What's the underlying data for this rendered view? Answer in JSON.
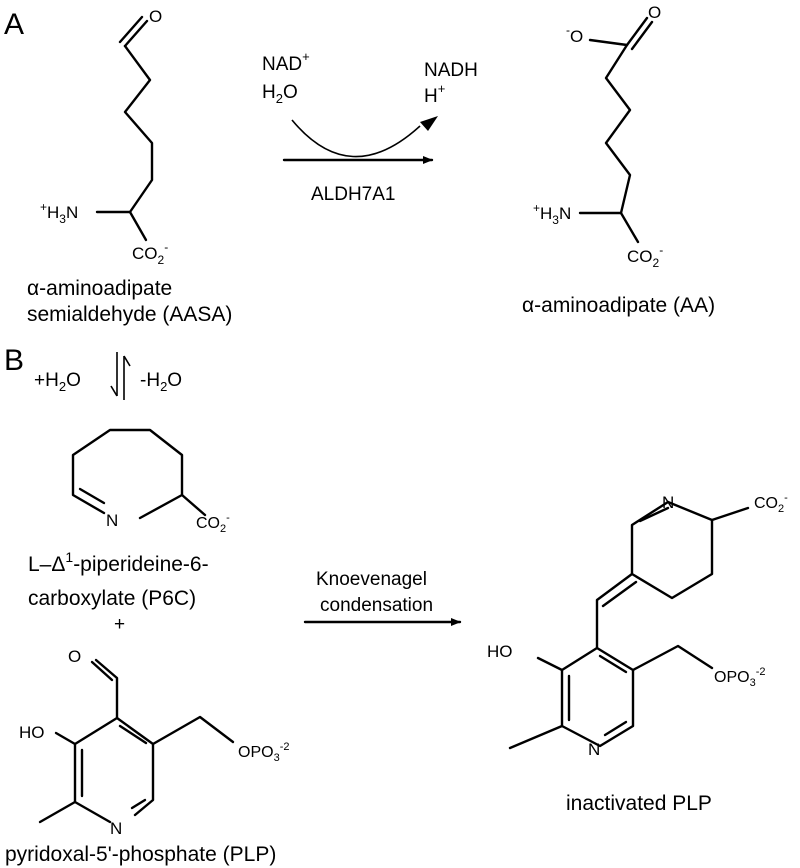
{
  "panels": {
    "a": "A",
    "b": "B"
  },
  "reaction1": {
    "cofactor_in_1": "NAD",
    "cofactor_in_1_sup": "+",
    "cofactor_in_2_pre": "H",
    "cofactor_in_2_sub": "2",
    "cofactor_in_2_post": "O",
    "cofactor_out_1": "NADH",
    "cofactor_out_2": "H",
    "cofactor_out_2_sup": "+",
    "enzyme": "ALDH7A1"
  },
  "aasa": {
    "name_line1": "α-aminoadipate",
    "name_line2": "semialdehyde (AASA)",
    "o_label": "O",
    "amine_sup": "+",
    "amine_a": "H",
    "amine_sub": "3",
    "amine_b": "N",
    "carboxylate_a": "CO",
    "carboxylate_sub": "2",
    "carboxylate_sup": "-"
  },
  "aa": {
    "name": "α-aminoadipate (AA)",
    "o_minus_sup": "-",
    "o_minus": "O",
    "o_label": "O",
    "amine_sup": "+",
    "amine_a": "H",
    "amine_sub": "3",
    "amine_b": "N",
    "carboxylate_a": "CO",
    "carboxylate_sub": "2",
    "carboxylate_sup": "-"
  },
  "equilibrium": {
    "forward_a": "+H",
    "forward_sub": "2",
    "forward_b": "O",
    "reverse_a": "-H",
    "reverse_sub": "2",
    "reverse_b": "O"
  },
  "p6c": {
    "name_line1_a": "L–Δ",
    "name_line1_sup": "1",
    "name_line1_b": "-piperideine-6-",
    "name_line2": "carboxylate (P6C)",
    "n_label": "N",
    "carboxylate_a": "CO",
    "carboxylate_sub": "2",
    "carboxylate_sup": "-"
  },
  "plus_sign": "+",
  "plp": {
    "name": "pyridoxal-5'-phosphate (PLP)",
    "o_label": "O",
    "ho_label": "HO",
    "n_label": "N",
    "phosphate_a": "OPO",
    "phosphate_sub": "3",
    "phosphate_sup": "-2"
  },
  "reaction2": {
    "label_line1": "Knoevenagel",
    "label_line2": "condensation"
  },
  "inactivated": {
    "name": "inactivated PLP",
    "ring_n_label": "N",
    "ho_label": "HO",
    "n_label": "N",
    "carboxylate_a": "CO",
    "carboxylate_sub": "2",
    "carboxylate_sup": "-",
    "phosphate_a": "OPO",
    "phosphate_sub": "3",
    "phosphate_sup": "-2"
  }
}
